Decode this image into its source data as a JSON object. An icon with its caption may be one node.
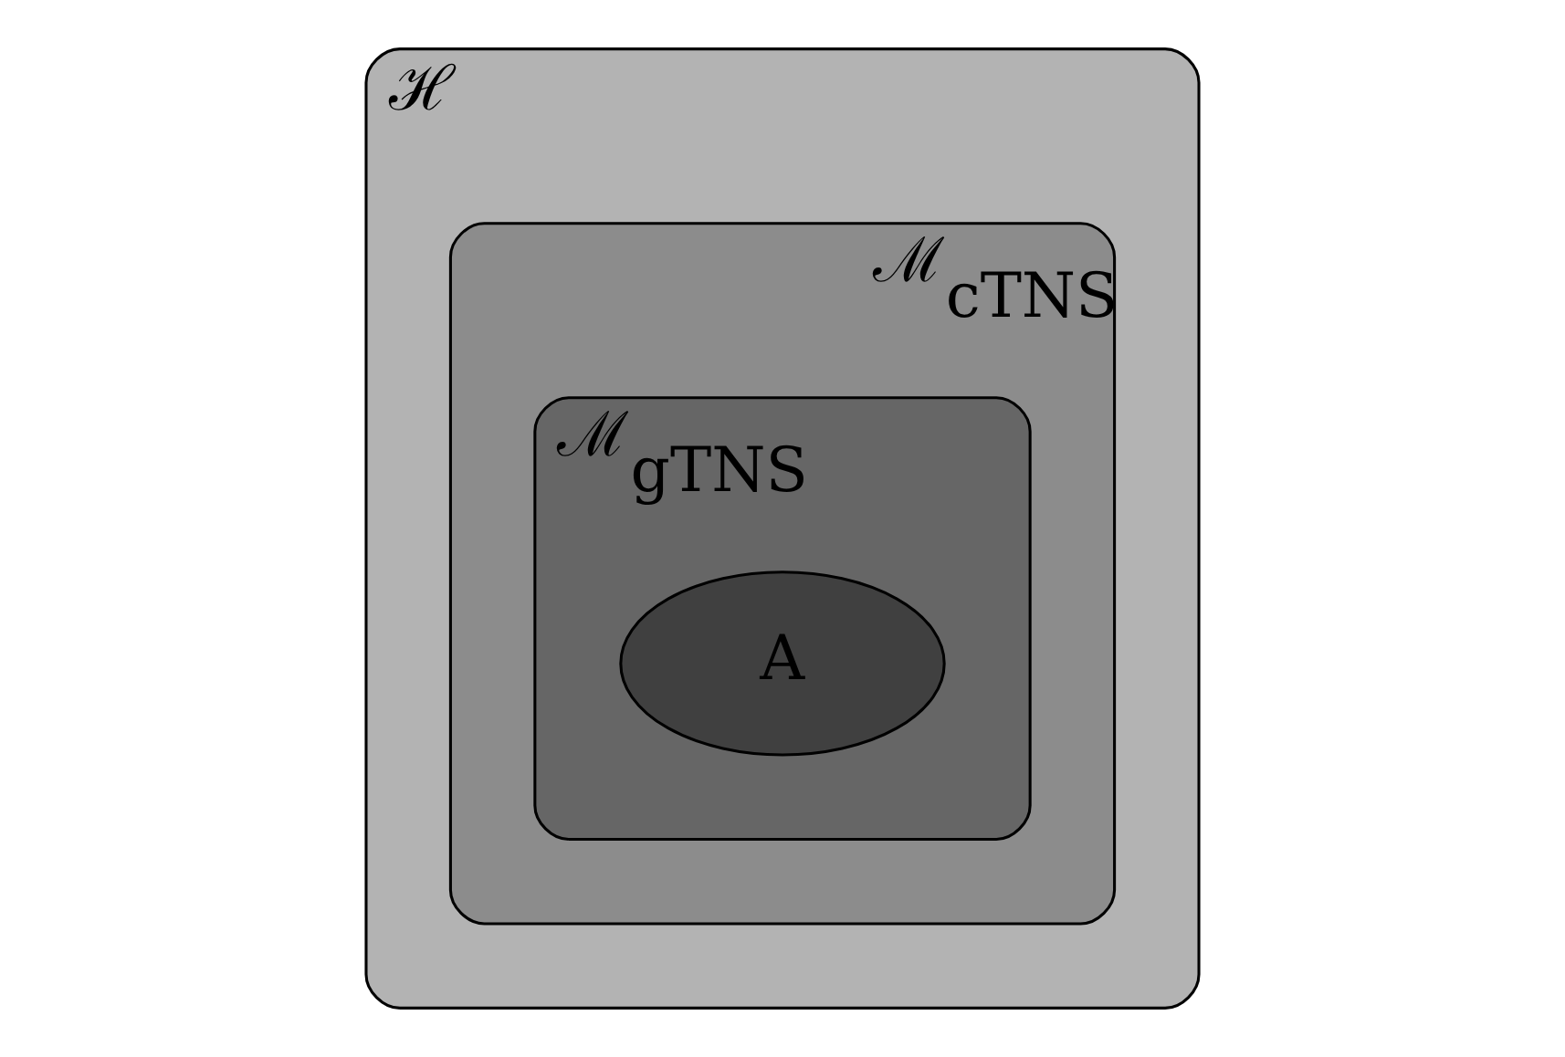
{
  "diagram": {
    "nodes": [
      {
        "text": [
          "ℋ"
        ]
      },
      {
        "text": [
          "ℳ$_{cTNS}$"
        ],
        "in": 0
      },
      {
        "text": [
          "ℳ$_{gTNS}$"
        ],
        "in": 1
      },
      {
        "text": [
          "A"
        ],
        "in": 2
      }
    ],
    "edges": []
  }
}
